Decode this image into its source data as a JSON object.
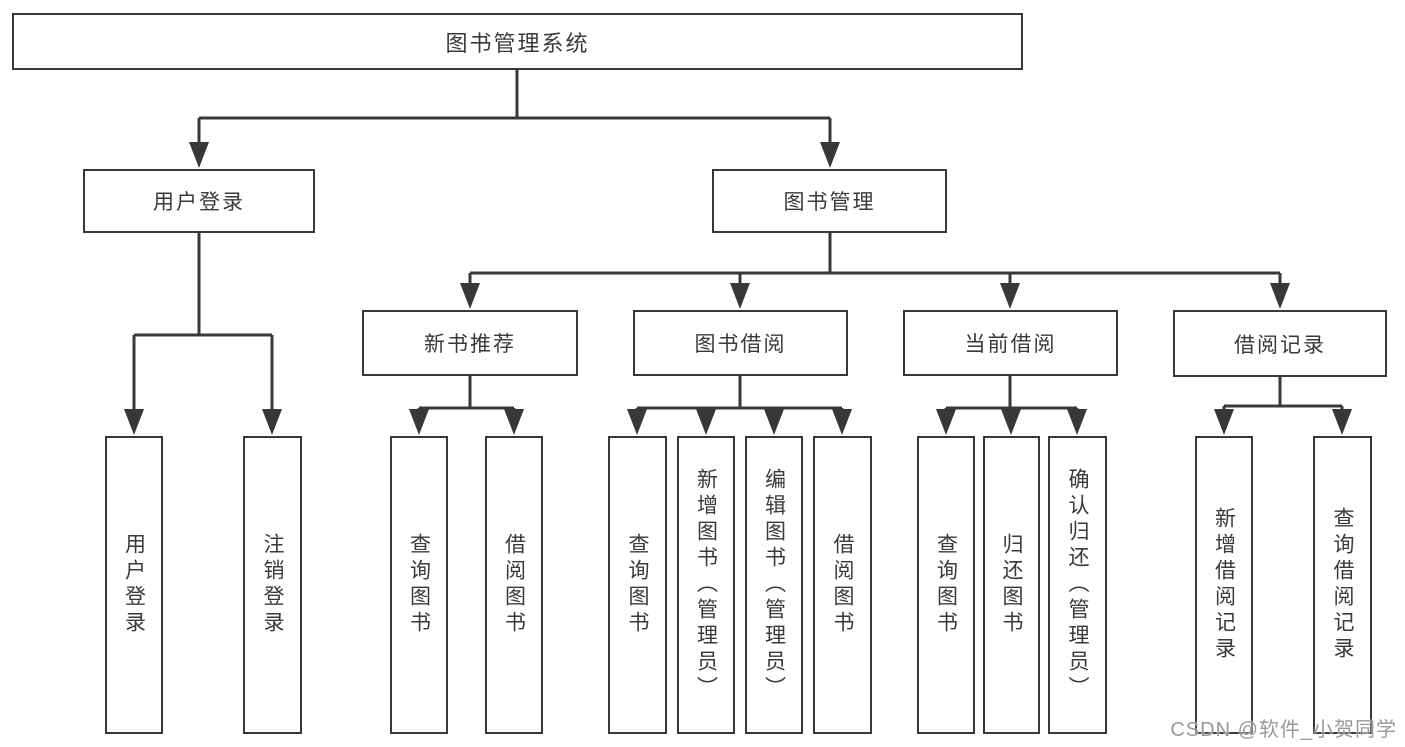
{
  "diagram": {
    "root": {
      "label": "图书管理系统"
    },
    "level2": [
      {
        "id": "user-login",
        "label": "用户登录"
      },
      {
        "id": "book-management",
        "label": "图书管理"
      }
    ],
    "level3": [
      {
        "id": "new-book-recommend",
        "parent": "图书管理",
        "label": "新书推荐"
      },
      {
        "id": "book-borrowing",
        "parent": "图书管理",
        "label": "图书借阅"
      },
      {
        "id": "current-borrowing",
        "parent": "图书管理",
        "label": "当前借阅"
      },
      {
        "id": "borrowing-records",
        "parent": "图书管理",
        "label": "借阅记录"
      }
    ],
    "leaves": [
      {
        "parent": "用户登录",
        "label": "用户登录"
      },
      {
        "parent": "用户登录",
        "label": "注销登录"
      },
      {
        "parent": "新书推荐",
        "label": "查询图书"
      },
      {
        "parent": "新书推荐",
        "label": "借阅图书"
      },
      {
        "parent": "图书借阅",
        "label": "查询图书"
      },
      {
        "parent": "图书借阅",
        "label": "新增图书（管理员）"
      },
      {
        "parent": "图书借阅",
        "label": "编辑图书（管理员）"
      },
      {
        "parent": "图书借阅",
        "label": "借阅图书"
      },
      {
        "parent": "当前借阅",
        "label": "查询图书"
      },
      {
        "parent": "当前借阅",
        "label": "归还图书"
      },
      {
        "parent": "当前借阅",
        "label": "确认归还（管理员）"
      },
      {
        "parent": "借阅记录",
        "label": "新增借阅记录"
      },
      {
        "parent": "借阅记录",
        "label": "查询借阅记录"
      }
    ],
    "watermark": "CSDN @软件_小贺同学",
    "colors": {
      "line": "#383838",
      "text": "#3a3a3a",
      "background": "#ffffff",
      "watermark": "#999999"
    }
  }
}
